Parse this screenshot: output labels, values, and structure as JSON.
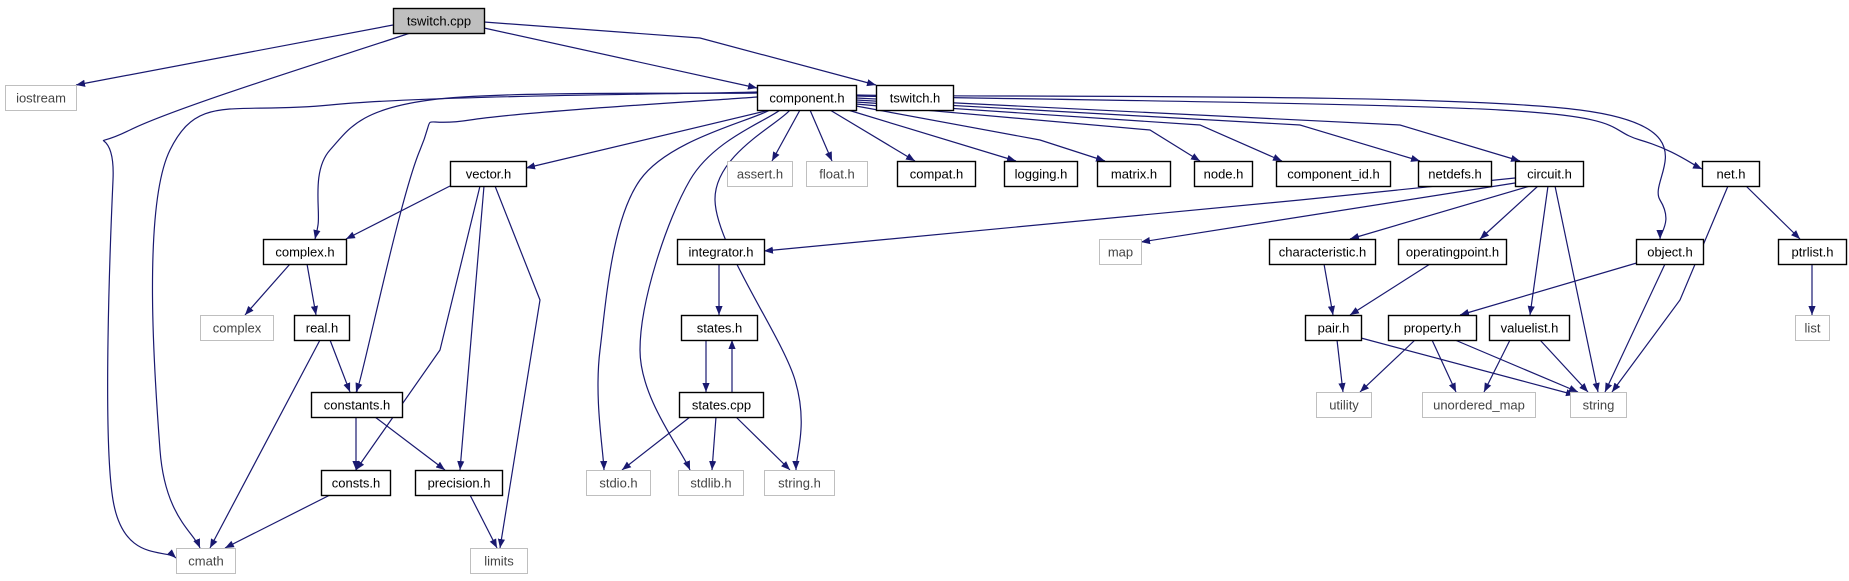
{
  "colors": {
    "edge": "#191970",
    "node_border": "#000000",
    "external_border": "#bfbfbf",
    "root_fill": "#bfbfbf",
    "background": "#ffffff"
  },
  "nodes": [
    {
      "id": "tswitch_cpp",
      "label": "tswitch.cpp",
      "kind": "root"
    },
    {
      "id": "iostream",
      "label": "iostream",
      "kind": "external"
    },
    {
      "id": "component_h",
      "label": "component.h",
      "kind": "file"
    },
    {
      "id": "tswitch_h",
      "label": "tswitch.h",
      "kind": "file"
    },
    {
      "id": "vector_h",
      "label": "vector.h",
      "kind": "file"
    },
    {
      "id": "assert_h",
      "label": "assert.h",
      "kind": "external"
    },
    {
      "id": "float_h",
      "label": "float.h",
      "kind": "external"
    },
    {
      "id": "compat_h",
      "label": "compat.h",
      "kind": "file"
    },
    {
      "id": "logging_h",
      "label": "logging.h",
      "kind": "file"
    },
    {
      "id": "matrix_h",
      "label": "matrix.h",
      "kind": "file"
    },
    {
      "id": "node_h",
      "label": "node.h",
      "kind": "file"
    },
    {
      "id": "component_id_h",
      "label": "component_id.h",
      "kind": "file"
    },
    {
      "id": "netdefs_h",
      "label": "netdefs.h",
      "kind": "file"
    },
    {
      "id": "circuit_h",
      "label": "circuit.h",
      "kind": "file"
    },
    {
      "id": "net_h",
      "label": "net.h",
      "kind": "file"
    },
    {
      "id": "complex_h",
      "label": "complex.h",
      "kind": "file"
    },
    {
      "id": "integrator_h",
      "label": "integrator.h",
      "kind": "file"
    },
    {
      "id": "map",
      "label": "map",
      "kind": "external"
    },
    {
      "id": "characteristic_h",
      "label": "characteristic.h",
      "kind": "file"
    },
    {
      "id": "operatingpoint_h",
      "label": "operatingpoint.h",
      "kind": "file"
    },
    {
      "id": "object_h",
      "label": "object.h",
      "kind": "file"
    },
    {
      "id": "ptrlist_h",
      "label": "ptrlist.h",
      "kind": "file"
    },
    {
      "id": "complex",
      "label": "complex",
      "kind": "external"
    },
    {
      "id": "real_h",
      "label": "real.h",
      "kind": "file"
    },
    {
      "id": "states_h",
      "label": "states.h",
      "kind": "file"
    },
    {
      "id": "pair_h",
      "label": "pair.h",
      "kind": "file"
    },
    {
      "id": "property_h",
      "label": "property.h",
      "kind": "file"
    },
    {
      "id": "valuelist_h",
      "label": "valuelist.h",
      "kind": "file"
    },
    {
      "id": "list",
      "label": "list",
      "kind": "external"
    },
    {
      "id": "constants_h",
      "label": "constants.h",
      "kind": "file"
    },
    {
      "id": "states_cpp",
      "label": "states.cpp",
      "kind": "file"
    },
    {
      "id": "utility",
      "label": "utility",
      "kind": "external"
    },
    {
      "id": "unordered_map",
      "label": "unordered_map",
      "kind": "external"
    },
    {
      "id": "string",
      "label": "string",
      "kind": "external"
    },
    {
      "id": "consts_h",
      "label": "consts.h",
      "kind": "file"
    },
    {
      "id": "precision_h",
      "label": "precision.h",
      "kind": "file"
    },
    {
      "id": "stdio_h",
      "label": "stdio.h",
      "kind": "external"
    },
    {
      "id": "stdlib_h",
      "label": "stdlib.h",
      "kind": "external"
    },
    {
      "id": "string_h",
      "label": "string.h",
      "kind": "external"
    },
    {
      "id": "cmath",
      "label": "cmath",
      "kind": "external"
    },
    {
      "id": "limits",
      "label": "limits",
      "kind": "external"
    }
  ],
  "edges": [
    {
      "from": "tswitch_cpp",
      "to": "iostream"
    },
    {
      "from": "tswitch_cpp",
      "to": "component_h"
    },
    {
      "from": "tswitch_cpp",
      "to": "tswitch_h"
    },
    {
      "from": "tswitch_cpp",
      "to": "cmath"
    },
    {
      "from": "component_h",
      "to": "complex_h"
    },
    {
      "from": "component_h",
      "to": "constants_h"
    },
    {
      "from": "component_h",
      "to": "cmath"
    },
    {
      "from": "component_h",
      "to": "vector_h"
    },
    {
      "from": "component_h",
      "to": "stdio_h"
    },
    {
      "from": "component_h",
      "to": "stdlib_h"
    },
    {
      "from": "component_h",
      "to": "string_h"
    },
    {
      "from": "component_h",
      "to": "assert_h"
    },
    {
      "from": "component_h",
      "to": "float_h"
    },
    {
      "from": "component_h",
      "to": "compat_h"
    },
    {
      "from": "component_h",
      "to": "logging_h"
    },
    {
      "from": "component_h",
      "to": "matrix_h"
    },
    {
      "from": "component_h",
      "to": "node_h"
    },
    {
      "from": "component_h",
      "to": "component_id_h"
    },
    {
      "from": "component_h",
      "to": "netdefs_h"
    },
    {
      "from": "component_h",
      "to": "circuit_h"
    },
    {
      "from": "component_h",
      "to": "object_h"
    },
    {
      "from": "component_h",
      "to": "net_h"
    },
    {
      "from": "vector_h",
      "to": "complex_h"
    },
    {
      "from": "vector_h",
      "to": "consts_h"
    },
    {
      "from": "vector_h",
      "to": "precision_h"
    },
    {
      "from": "vector_h",
      "to": "limits"
    },
    {
      "from": "complex_h",
      "to": "complex"
    },
    {
      "from": "complex_h",
      "to": "real_h"
    },
    {
      "from": "real_h",
      "to": "constants_h"
    },
    {
      "from": "real_h",
      "to": "cmath"
    },
    {
      "from": "constants_h",
      "to": "consts_h"
    },
    {
      "from": "constants_h",
      "to": "precision_h"
    },
    {
      "from": "consts_h",
      "to": "cmath"
    },
    {
      "from": "precision_h",
      "to": "limits"
    },
    {
      "from": "circuit_h",
      "to": "integrator_h"
    },
    {
      "from": "circuit_h",
      "to": "map"
    },
    {
      "from": "circuit_h",
      "to": "characteristic_h"
    },
    {
      "from": "circuit_h",
      "to": "operatingpoint_h"
    },
    {
      "from": "circuit_h",
      "to": "valuelist_h"
    },
    {
      "from": "circuit_h",
      "to": "string"
    },
    {
      "from": "integrator_h",
      "to": "states_h"
    },
    {
      "from": "states_h",
      "to": "states_cpp"
    },
    {
      "from": "states_cpp",
      "to": "states_h"
    },
    {
      "from": "states_cpp",
      "to": "stdio_h"
    },
    {
      "from": "states_cpp",
      "to": "stdlib_h"
    },
    {
      "from": "states_cpp",
      "to": "string_h"
    },
    {
      "from": "characteristic_h",
      "to": "pair_h"
    },
    {
      "from": "operatingpoint_h",
      "to": "pair_h"
    },
    {
      "from": "pair_h",
      "to": "utility"
    },
    {
      "from": "pair_h",
      "to": "string"
    },
    {
      "from": "object_h",
      "to": "property_h"
    },
    {
      "from": "object_h",
      "to": "string"
    },
    {
      "from": "property_h",
      "to": "utility"
    },
    {
      "from": "property_h",
      "to": "unordered_map"
    },
    {
      "from": "property_h",
      "to": "string"
    },
    {
      "from": "valuelist_h",
      "to": "unordered_map"
    },
    {
      "from": "valuelist_h",
      "to": "string"
    },
    {
      "from": "net_h",
      "to": "ptrlist_h"
    },
    {
      "from": "net_h",
      "to": "string"
    },
    {
      "from": "ptrlist_h",
      "to": "list"
    }
  ]
}
